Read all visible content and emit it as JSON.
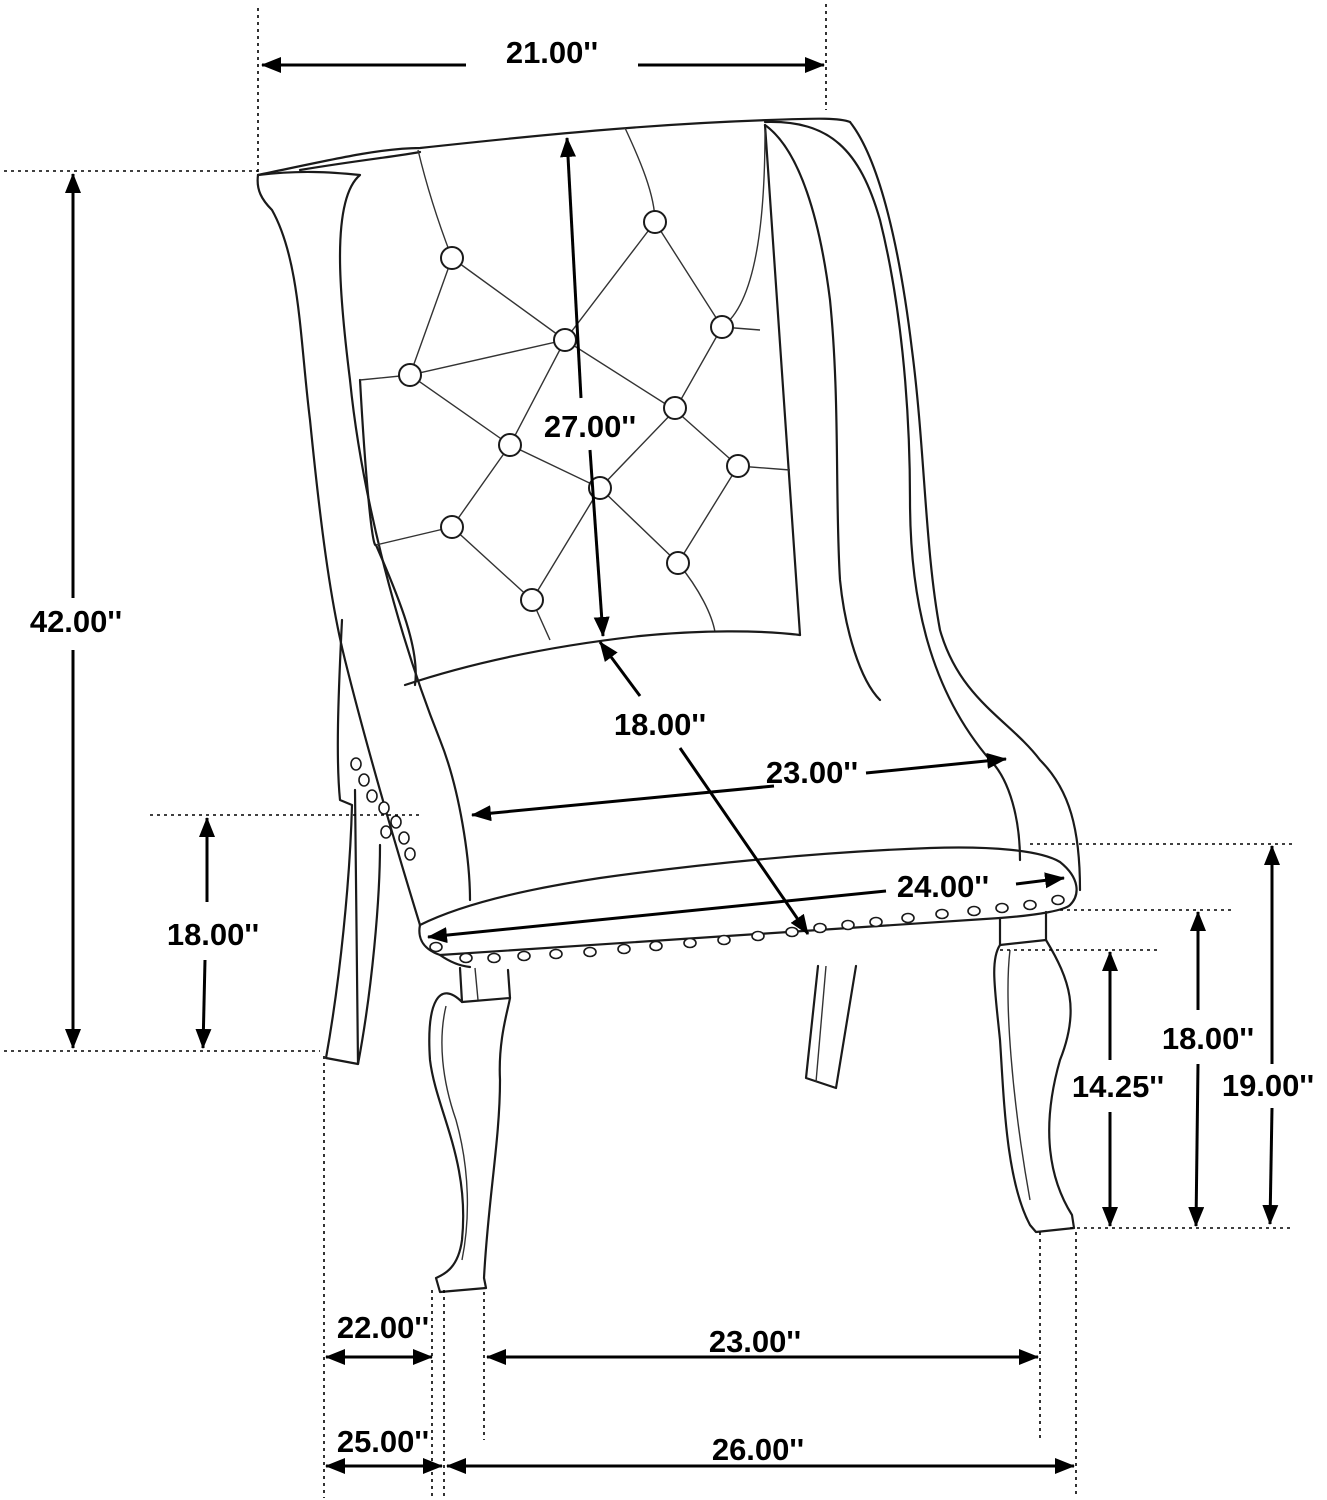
{
  "diagram": {
    "dimensions": {
      "overall_width_top": "21.00''",
      "overall_height": "42.00''",
      "back_height": "27.00''",
      "seat_depth": "18.00''",
      "seat_width_inner": "23.00''",
      "seat_width_front": "24.00''",
      "seat_height_left": "18.00''",
      "seat_height_right": "18.00''",
      "leg_height": "14.25''",
      "arm_height": "19.00''",
      "base_depth_inner": "22.00''",
      "base_width_inner": "23.00''",
      "base_depth_outer": "25.00''",
      "base_width_outer": "26.00''"
    }
  }
}
